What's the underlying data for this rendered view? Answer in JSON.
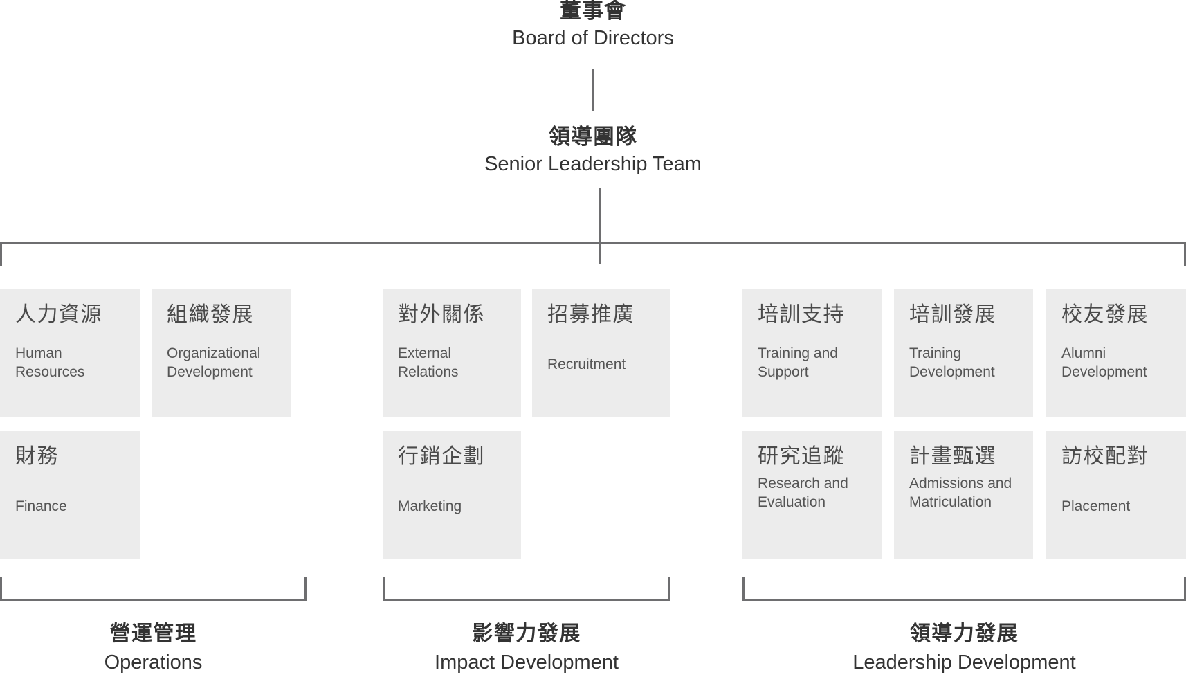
{
  "title_zh": "董事會",
  "top_nodes": [
    {
      "zh": "董事會",
      "en": "Board of Directors"
    },
    {
      "zh": "領導團隊",
      "en": "Senior Leadership Team"
    }
  ],
  "colors": {
    "box_fill": "#ececec",
    "line": "#6e6e70",
    "text_dark": "#333333",
    "text_zh_box": "#4a4a4a",
    "text_en_box": "#555555",
    "background": "#ffffff"
  },
  "groups": [
    {
      "zh": "營運管理",
      "en": "Operations",
      "departments": [
        {
          "zh": "人力資源",
          "en": "Human Resources"
        },
        {
          "zh": "組織發展",
          "en": "Organizational Development"
        },
        {
          "zh": "財務",
          "en": "Finance"
        }
      ]
    },
    {
      "zh": "影響力發展",
      "en": "Impact Development",
      "departments": [
        {
          "zh": "對外關係",
          "en": "External Relations"
        },
        {
          "zh": "招募推廣",
          "en": "Recruitment"
        },
        {
          "zh": "行銷企劃",
          "en": "Marketing"
        }
      ]
    },
    {
      "zh": "領導力發展",
      "en": "Leadership Development",
      "departments": [
        {
          "zh": "培訓支持",
          "en": "Training and Support"
        },
        {
          "zh": "培訓發展",
          "en": "Training Development"
        },
        {
          "zh": "校友發展",
          "en": "Alumni Development"
        },
        {
          "zh": "研究追蹤",
          "en": "Research and Evaluation"
        },
        {
          "zh": "計畫甄選",
          "en": "Admissions and Matriculation"
        },
        {
          "zh": "訪校配對",
          "en": "Placement"
        }
      ]
    }
  ],
  "boxes": {
    "hr": {
      "zh": "人力資源",
      "en": "Human Resources"
    },
    "od": {
      "zh": "組織發展",
      "en": "Organizational Development"
    },
    "finance": {
      "zh": "財務",
      "en": "Finance"
    },
    "external": {
      "zh": "對外關係",
      "en": "External Relations"
    },
    "recruitment": {
      "zh": "招募推廣",
      "en": "Recruitment"
    },
    "marketing": {
      "zh": "行銷企劃",
      "en": "Marketing"
    },
    "training_sup": {
      "zh": "培訓支持",
      "en": "Training and Support"
    },
    "training_dev": {
      "zh": "培訓發展",
      "en": "Training Development"
    },
    "alumni": {
      "zh": "校友發展",
      "en": "Alumni Development"
    },
    "research": {
      "zh": "研究追蹤",
      "en": "Research and Evaluation"
    },
    "admissions": {
      "zh": "計畫甄選",
      "en": "Admissions and Matriculation"
    },
    "placement": {
      "zh": "訪校配對",
      "en": "Placement"
    }
  }
}
